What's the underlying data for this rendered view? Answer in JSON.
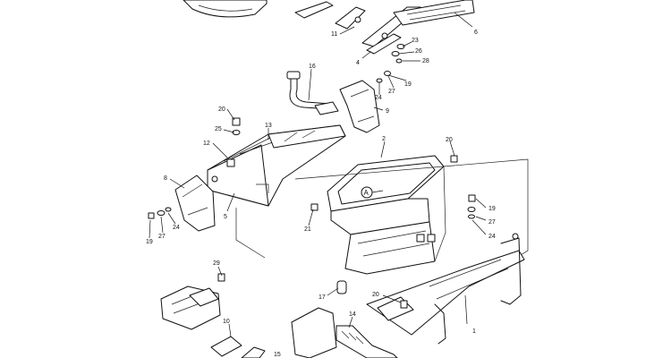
{
  "callouts": [
    {
      "id": "c1",
      "label": "1"
    },
    {
      "id": "c2",
      "label": "2"
    },
    {
      "id": "c4",
      "label": "4"
    },
    {
      "id": "c5",
      "label": "5"
    },
    {
      "id": "c6",
      "label": "6"
    },
    {
      "id": "c8",
      "label": "8"
    },
    {
      "id": "c9",
      "label": "9"
    },
    {
      "id": "c10",
      "label": "10"
    },
    {
      "id": "c11",
      "label": "11"
    },
    {
      "id": "c12",
      "label": "12"
    },
    {
      "id": "c13",
      "label": "13"
    },
    {
      "id": "c14",
      "label": "14"
    },
    {
      "id": "c15",
      "label": "15"
    },
    {
      "id": "c16",
      "label": "16"
    },
    {
      "id": "c17",
      "label": "17"
    },
    {
      "id": "c19a",
      "label": "19"
    },
    {
      "id": "c19b",
      "label": "19"
    },
    {
      "id": "c19c",
      "label": "19"
    },
    {
      "id": "c20a",
      "label": "20"
    },
    {
      "id": "c20b",
      "label": "20"
    },
    {
      "id": "c20c",
      "label": "20"
    },
    {
      "id": "c21",
      "label": "21"
    },
    {
      "id": "c23",
      "label": "23"
    },
    {
      "id": "c24a",
      "label": "24"
    },
    {
      "id": "c24b",
      "label": "24"
    },
    {
      "id": "c24c",
      "label": "24"
    },
    {
      "id": "c25",
      "label": "25"
    },
    {
      "id": "c26",
      "label": "26"
    },
    {
      "id": "c27a",
      "label": "27"
    },
    {
      "id": "c27b",
      "label": "27"
    },
    {
      "id": "c27c",
      "label": "27"
    },
    {
      "id": "c28",
      "label": "28"
    },
    {
      "id": "c29",
      "label": "29"
    }
  ],
  "reference_mark": "A"
}
